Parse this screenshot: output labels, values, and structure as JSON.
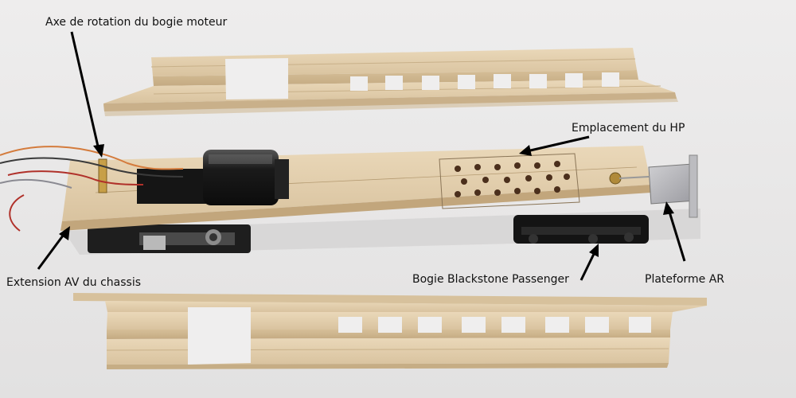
{
  "annotations": {
    "axe_rotation": "Axe de rotation du bogie moteur",
    "emplacement_hp": "Emplacement du HP",
    "extension_av": "Extension AV du chassis",
    "bogie_blackstone": "Bogie Blackstone Passenger",
    "plateforme_ar": "Plateforme AR"
  },
  "colors": {
    "background": "#e9e8e8",
    "balsa_wood": "#e3cfae",
    "motor": "#1c1c1c",
    "text": "#111111"
  }
}
